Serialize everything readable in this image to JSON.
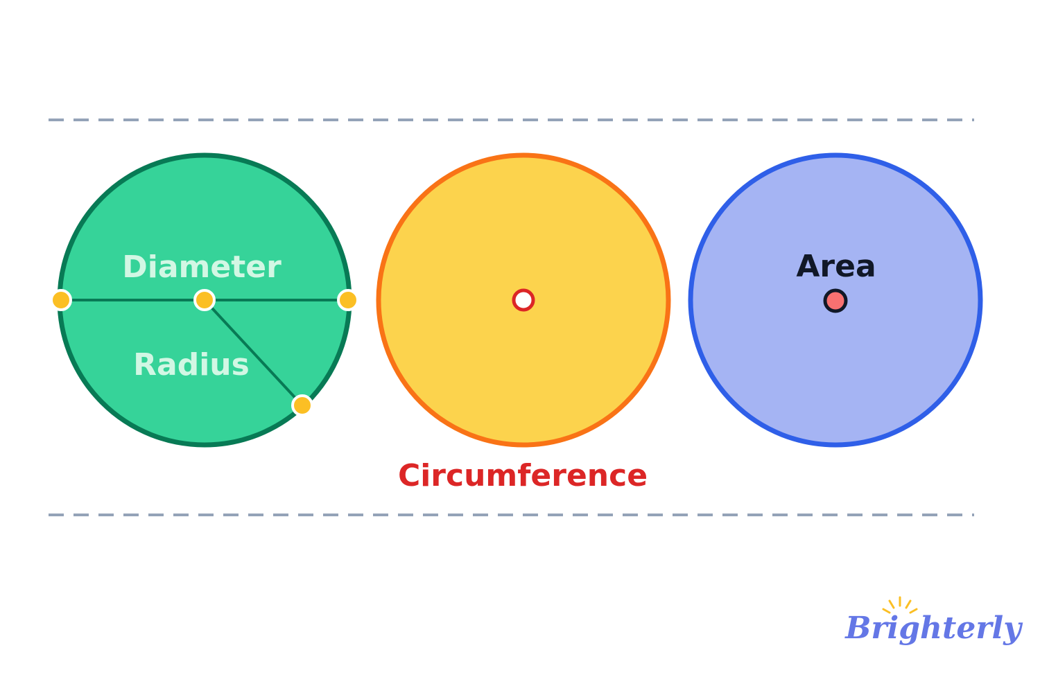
{
  "labels": {
    "diameter": "Diameter",
    "radius": "Radius",
    "circumference": "Circumference",
    "area": "Area"
  },
  "logo": {
    "text": "Brighterly"
  },
  "colors": {
    "guide_line": "#94a3b8",
    "green_fill": "#36d399",
    "green_stroke": "#087a55",
    "green_text": "#d2f7e4",
    "yellow_fill": "#fcd34d",
    "orange_stroke": "#f97316",
    "red_text": "#dc2626",
    "blue_fill": "#a5b4f3",
    "blue_stroke": "#2f5fe8",
    "dark_text": "#111827",
    "point_fill": "#fbbf24",
    "center_red": "#f87171",
    "logo_color": "#6477e6",
    "logo_sun": "#fbbf24"
  }
}
